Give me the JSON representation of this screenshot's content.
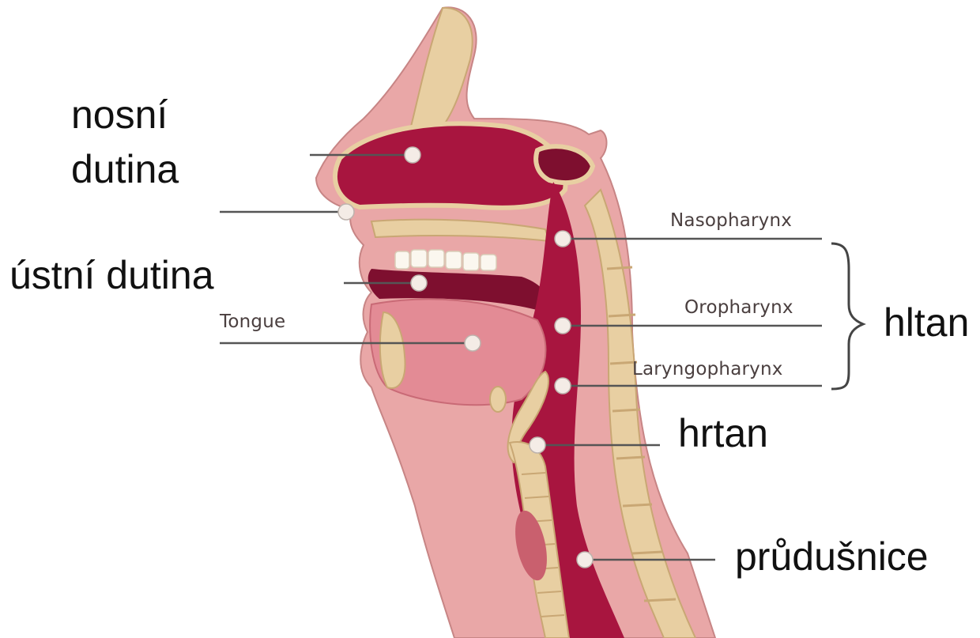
{
  "labels": {
    "nosni_line1": "nosní",
    "nosni_line2": "dutina",
    "ustni": "ústní dutina",
    "tongue": "Tongue",
    "nasopharynx": "Nasopharynx",
    "oropharynx": "Oropharynx",
    "laryngopharynx": "Laryngopharynx",
    "hltan": "hltan",
    "hrtan": "hrtan",
    "prudusnice": "průdušnice"
  },
  "colors": {
    "flesh": "#a8153f",
    "flesh_dark": "#7e0f2f",
    "bone": "#e8cfa2",
    "bone_edge": "#c9a774",
    "skin": "#e9a7a7",
    "tongue": "#e38b95",
    "leader_line": "#555555"
  }
}
